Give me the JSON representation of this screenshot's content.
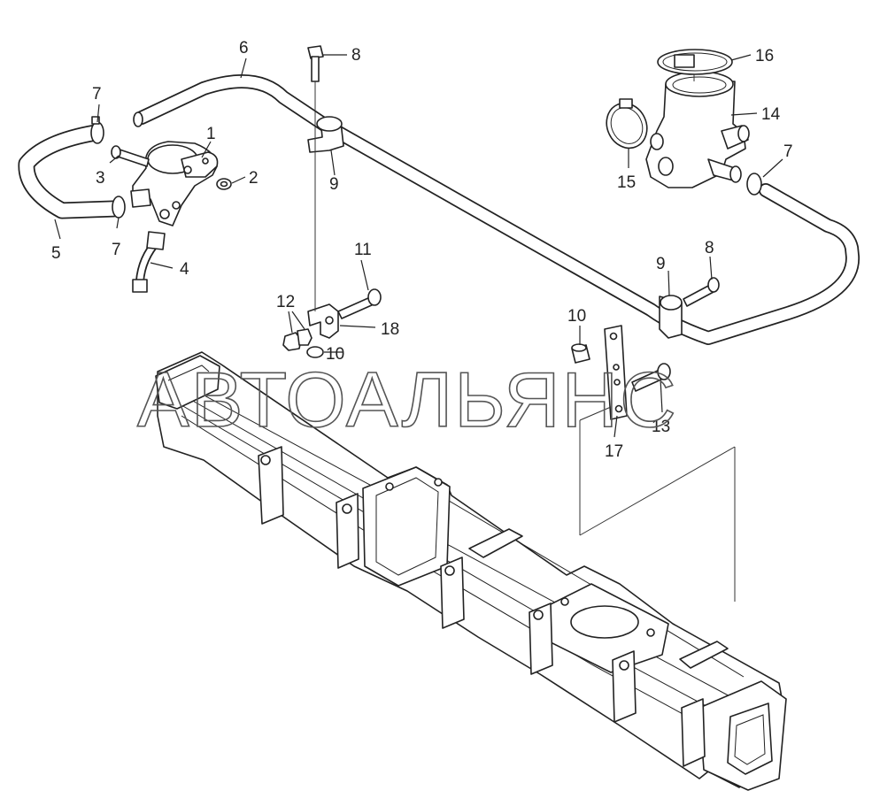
{
  "watermark": "АВТОАЛЬЯНС",
  "callouts": {
    "c1": "1",
    "c2": "2",
    "c3": "3",
    "c4": "4",
    "c5": "5",
    "c6": "6",
    "c7a": "7",
    "c7b": "7",
    "c7c": "7",
    "c8a": "8",
    "c8b": "8",
    "c9a": "9",
    "c9b": "9",
    "c10a": "10",
    "c10b": "10",
    "c11": "11",
    "c12": "12",
    "c13": "13",
    "c14": "14",
    "c15": "15",
    "c16": "16",
    "c17": "17",
    "c18": "18"
  },
  "colors": {
    "line": "#222222",
    "background": "#ffffff",
    "watermark": "#555555"
  }
}
